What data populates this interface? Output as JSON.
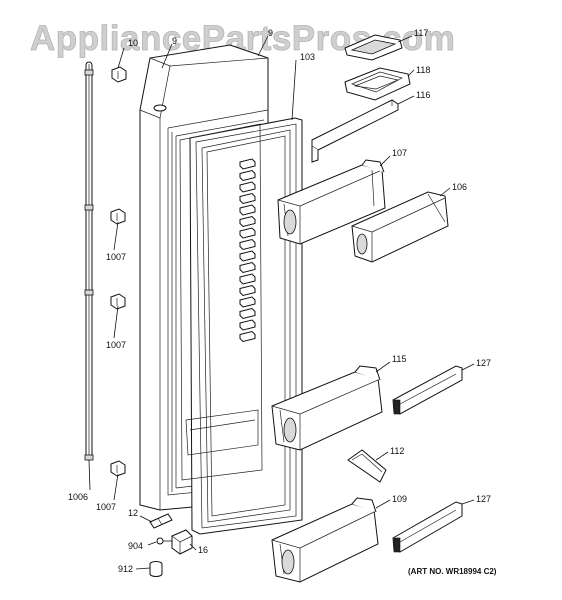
{
  "watermark": "AppliancePartsPros.com",
  "art_number": "(ART NO. WR18994 C2)",
  "labels": {
    "p9": "9",
    "p103": "103",
    "p117": "117",
    "p118": "118",
    "p116": "116",
    "p107": "107",
    "p106": "106",
    "p1007a": "1007",
    "p1007b": "1007",
    "p1007c": "1007",
    "p115": "115",
    "p127a": "127",
    "p112": "112",
    "p109": "109",
    "p127b": "127",
    "p1006": "1006",
    "p12": "12",
    "p904": "904",
    "p16": "16",
    "p912": "912"
  }
}
